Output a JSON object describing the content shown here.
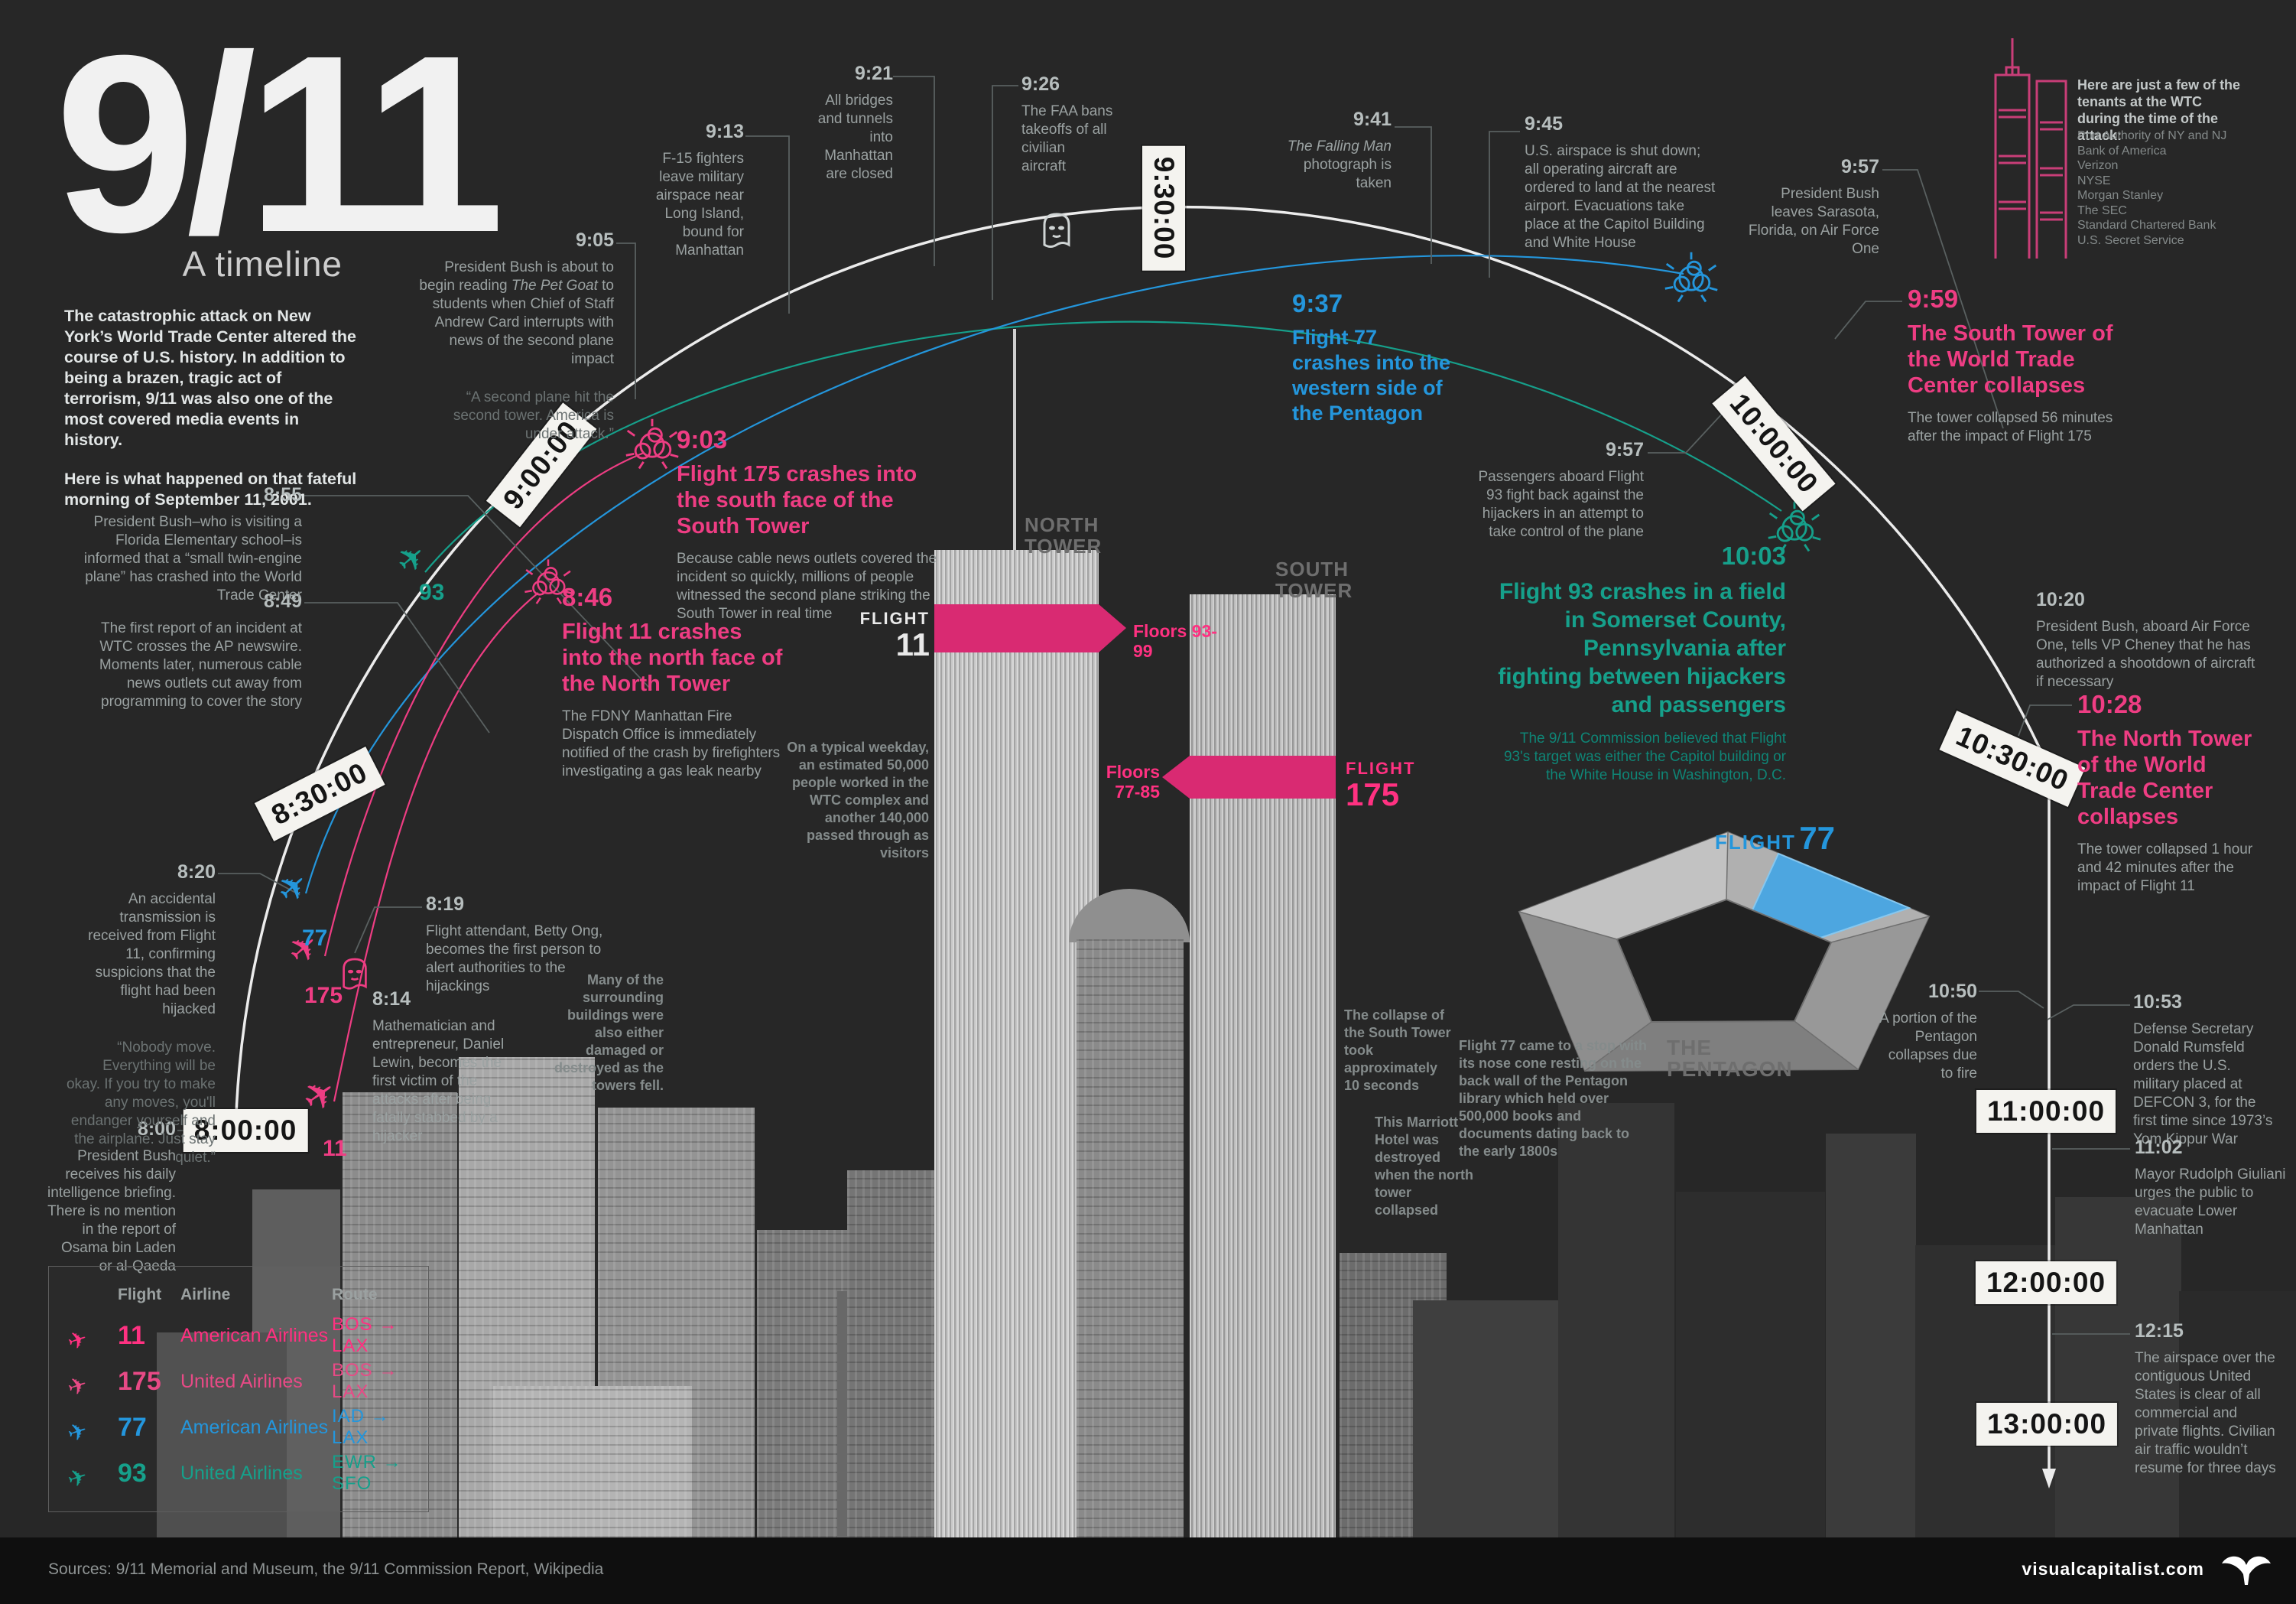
{
  "colors": {
    "background": "#272727",
    "pink": "#ee3d83",
    "pink_bright": "#ff3181",
    "band": "#d92a72",
    "blue": "#2496dc",
    "teal": "#16a08b",
    "marker_bg": "#f4f3ef",
    "footer_bg": "#0f0f0f"
  },
  "icons": {
    "plane": "✈"
  },
  "title": {
    "big": "9/11",
    "sub": "A timeline"
  },
  "intro": {
    "p1": "The catastrophic attack on New York’s World Trade Center altered the course of U.S. history. In addition to being a brazen, tragic act of terrorism, 9/11 was also one of the most covered media events in history.",
    "p2": "Here is what happened on that fateful morning of September 11, 2001."
  },
  "tenants": {
    "heading": "Here are just a few of the tenants at the WTC during the time of the attack:",
    "list": [
      "Port Authority of NY and NJ",
      "Bank of America",
      "Verizon",
      "NYSE",
      "Morgan Stanley",
      "The SEC",
      "Standard Chartered Bank",
      "U.S. Secret Service"
    ]
  },
  "markers": [
    "8:00:00",
    "8:30:00",
    "9:00:00",
    "9:30:00",
    "10:00:00",
    "10:30:00",
    "11:00:00",
    "12:00:00",
    "13:00:00"
  ],
  "events": {
    "e0800": {
      "time": "8:00",
      "body": "President Bush receives his daily intelligence briefing. There is no mention in the report of Osama bin Laden or al-Qaeda"
    },
    "e0814": {
      "time": "8:14",
      "body": "Mathematician and entrepreneur, Daniel Lewin, becomes the first victim of the attacks after being fatally stabbed by a hijacker"
    },
    "e0819": {
      "time": "8:19",
      "body": "Flight attendant, Betty Ong, becomes the first person to alert authorities to the hijackings"
    },
    "e0820": {
      "time": "8:20",
      "body": "An accidental transmission is received from Flight 11, confirming suspicions that the flight had been hijacked",
      "quote": "“Nobody move. Everything will be okay. If you try to make any moves, you'll endanger yourself and the airplane. Just stay quiet.”"
    },
    "e0846": {
      "time": "8:46",
      "headline": "Flight 11 crashes into the north face of the North Tower",
      "body": "The FDNY Manhattan Fire Dispatch Office is immediately notified of the crash by firefighters investigating a gas leak nearby"
    },
    "e0849": {
      "time": "8:49",
      "body": "The first report of an incident at WTC crosses the AP newswire. Moments later, numerous cable news outlets cut away from programming to cover the story"
    },
    "e0855": {
      "time": "8:55",
      "body": "President Bush–who is visiting a Florida Elementary school–is informed that a “small twin-engine plane” has crashed into the World Trade Center"
    },
    "e0903": {
      "time": "9:03",
      "headline": "Flight 175 crashes into the south face of the South Tower",
      "body": "Because cable news outlets covered the incident so quickly, millions of people witnessed the second plane striking the South Tower in real time"
    },
    "e0905": {
      "time": "9:05",
      "body_pre": "President Bush is about to begin reading ",
      "body_book": "The Pet Goat",
      "body_post": " to students when Chief of Staff Andrew Card interrupts with news of the second plane impact",
      "quote": "“A second plane hit the second tower. America is under attack.”"
    },
    "e0913": {
      "time": "9:13",
      "body": "F-15 fighters leave military airspace near Long Island, bound for Manhattan"
    },
    "e0921": {
      "time": "9:21",
      "body": "All bridges and tunnels into Manhattan are closed"
    },
    "e0926": {
      "time": "9:26",
      "body": "The FAA bans takeoffs of all civilian aircraft"
    },
    "e0937": {
      "time": "9:37",
      "headline": "Flight 77 crashes into the western side of the Pentagon"
    },
    "e0941": {
      "time": "9:41",
      "body_italic": "The Falling Man",
      "body_post": " photograph is taken"
    },
    "e0945": {
      "time": "9:45",
      "body": "U.S. airspace is shut down; all operating aircraft are ordered to land at the nearest airport. Evacuations take place at the Capitol Building and White House"
    },
    "e0957a": {
      "time": "9:57",
      "body": "President Bush leaves Sarasota, Florida, on Air Force One"
    },
    "e0957b": {
      "time": "9:57",
      "body": "Passengers aboard Flight 93 fight back against the hijackers in an attempt to take control of the plane"
    },
    "e0959": {
      "time": "9:59",
      "headline": "The South Tower of the World Trade Center collapses",
      "body": "The tower collapsed 56 minutes after the impact of Flight 175"
    },
    "e1003": {
      "time": "10:03",
      "headline": "Flight 93 crashes in a field in Somerset County, Pennsylvania after fighting between hijackers and passengers",
      "sub": "The 9/11 Commission believed that Flight 93's target was either the Capitol building or the White House in Washington, D.C."
    },
    "e1020": {
      "time": "10:20",
      "body": "President Bush, aboard Air Force One, tells VP Cheney that he has authorized a shootdown of aircraft if necessary"
    },
    "e1028": {
      "time": "10:28",
      "headline": "The North Tower of the World Trade Center collapses",
      "body": "The tower collapsed 1 hour and 42 minutes after the impact of Flight 11"
    },
    "e1050": {
      "time": "10:50",
      "body": "A portion of the Pentagon collapses due to fire"
    },
    "e1053": {
      "time": "10:53",
      "body": "Defense Secretary Donald Rumsfeld orders the U.S. military placed at DEFCON 3, for the first time since 1973’s Yom Kippur War"
    },
    "e1102": {
      "time": "11:02",
      "body": "Mayor Rudolph Giuliani urges the public to evacuate Lower Manhattan"
    },
    "e1215": {
      "time": "12:15",
      "body": "The airspace over the contiguous United States is clear of all commercial and private flights. Civilian air traffic wouldn’t resume for three days"
    }
  },
  "captions": {
    "workers": "On a typical weekday, an estimated 50,000 people worked in the WTC complex and another 140,000 passed through as visitors",
    "surrounding": "Many of the surrounding buildings were also either damaged or destroyed as the towers fell.",
    "south_collapse": "The collapse of the South Tower took approximately 10 seconds",
    "marriott": "This Marriott Hotel was destroyed when the north tower collapsed",
    "pentagon": "Flight 77 came to a stop with its nose cone resting on the back wall of the Pentagon library which held over 500,000 books and documents dating back to the early 1800s"
  },
  "labels": {
    "north_tower": "NORTH TOWER",
    "south_tower": "SOUTH TOWER",
    "the_pentagon": "THE PENTAGON",
    "flight_word": "FLIGHT",
    "flight11_num": "11",
    "flight175_num": "175",
    "flight77_num": "77",
    "floors_north": "Floors 93-99",
    "floors_south": "Floors 77-85",
    "path11": "11",
    "path77": "77",
    "path93": "93",
    "path175": "175"
  },
  "table": {
    "headers": {
      "flight": "Flight",
      "airline": "Airline",
      "route": "Route"
    },
    "rows": [
      {
        "num": "11",
        "airline": "American Airlines",
        "route": "BOS → LAX"
      },
      {
        "num": "175",
        "airline": "United Airlines",
        "route": "BOS → LAX"
      },
      {
        "num": "77",
        "airline": "American Airlines",
        "route": "IAD → LAX"
      },
      {
        "num": "93",
        "airline": "United Airlines",
        "route": "EWR → SFO"
      }
    ]
  },
  "footer": {
    "sources": "Sources: 9/11 Memorial and Museum, the 9/11 Commission Report, Wikipedia",
    "site": "visualcapitalist.com"
  }
}
